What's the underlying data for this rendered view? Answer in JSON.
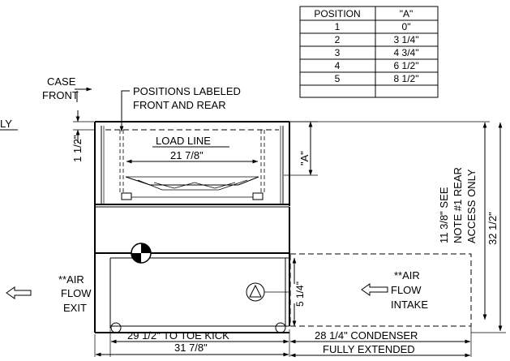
{
  "position_table": {
    "headers": [
      "POSITION",
      "\"A\""
    ],
    "rows": [
      [
        "1",
        "0\""
      ],
      [
        "2",
        "3 1/4\""
      ],
      [
        "3",
        "4 3/4\""
      ],
      [
        "4",
        "6 1/2\""
      ],
      [
        "5",
        "8 1/2\""
      ]
    ]
  },
  "labels": {
    "case_front_1": "CASE",
    "case_front_2": "FRONT",
    "positions_labeled_1": "POSITIONS LABELED",
    "positions_labeled_2": "FRONT AND REAR",
    "load_line": "LOAD LINE",
    "left_cut_text": "LY",
    "air_exit_1": "**AIR",
    "air_exit_2": "FLOW",
    "air_exit_3": "EXIT",
    "air_intake_1": "**AIR",
    "air_intake_2": "FLOW",
    "air_intake_3": "INTAKE",
    "note_1": "11 3/8\" SEE",
    "note_2": "NOTE #1 REAR",
    "note_3": "ACCESS ONLY",
    "condenser_1": "28 1/4\" CONDENSER",
    "condenser_2": "FULLY EXTENDED"
  },
  "dimensions": {
    "shelf_width": "21 7/8\"",
    "left_height": "1 1/2\"",
    "dim_a": "\"A\"",
    "overall_height": "32 1/2\"",
    "toe_kick": "29 1/2\" TO TOE KICK",
    "overall_depth": "31 7/8\"",
    "lower_height": "5 1/4\""
  },
  "colors": {
    "line": "#000000",
    "background": "#ffffff"
  }
}
